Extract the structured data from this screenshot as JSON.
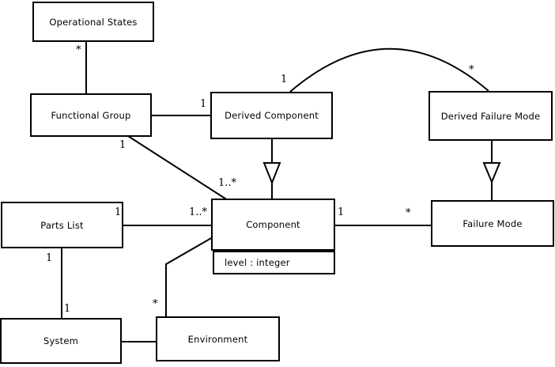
{
  "diagram_type": "uml-class-diagram",
  "colors": {
    "background": "#ffffff",
    "line": "#000000",
    "box_fill": "#ffffff",
    "text": "#000000"
  },
  "nodes": [
    {
      "label": "Operational States"
    },
    {
      "label": "Functional Group"
    },
    {
      "label": "Derived Component"
    },
    {
      "label": "Derived Failure Mode"
    },
    {
      "label": "Parts List"
    },
    {
      "label": "Component",
      "attributes": [
        "level : integer"
      ]
    },
    {
      "label": "Failure Mode"
    },
    {
      "label": "System"
    },
    {
      "label": "Environment"
    }
  ],
  "relationships": [
    {
      "from": "Operational States",
      "to": "Functional Group",
      "type": "association",
      "labels": [
        "*"
      ]
    },
    {
      "from": "Functional Group",
      "to": "Derived Component",
      "type": "association",
      "labels": [
        "1"
      ]
    },
    {
      "from": "Functional Group",
      "to": "Component",
      "type": "association",
      "labels": [
        "1",
        "1..*"
      ]
    },
    {
      "from": "Derived Component",
      "to": "Component",
      "type": "generalization",
      "labels": []
    },
    {
      "from": "Derived Component",
      "to": "Derived Failure Mode",
      "type": "association-arc",
      "labels": [
        "1",
        "*"
      ]
    },
    {
      "from": "Derived Failure Mode",
      "to": "Failure Mode",
      "type": "generalization",
      "labels": []
    },
    {
      "from": "Parts List",
      "to": "Component",
      "type": "association",
      "labels": [
        "1",
        "1..*"
      ]
    },
    {
      "from": "Component",
      "to": "Failure Mode",
      "type": "association",
      "labels": [
        "1",
        "*"
      ]
    },
    {
      "from": "Parts List",
      "to": "System",
      "type": "association",
      "labels": [
        "1",
        "1"
      ]
    },
    {
      "from": "System",
      "to": "Environment",
      "type": "association",
      "labels": []
    },
    {
      "from": "Environment",
      "to": "Component",
      "type": "association",
      "labels": [
        "*"
      ]
    }
  ]
}
